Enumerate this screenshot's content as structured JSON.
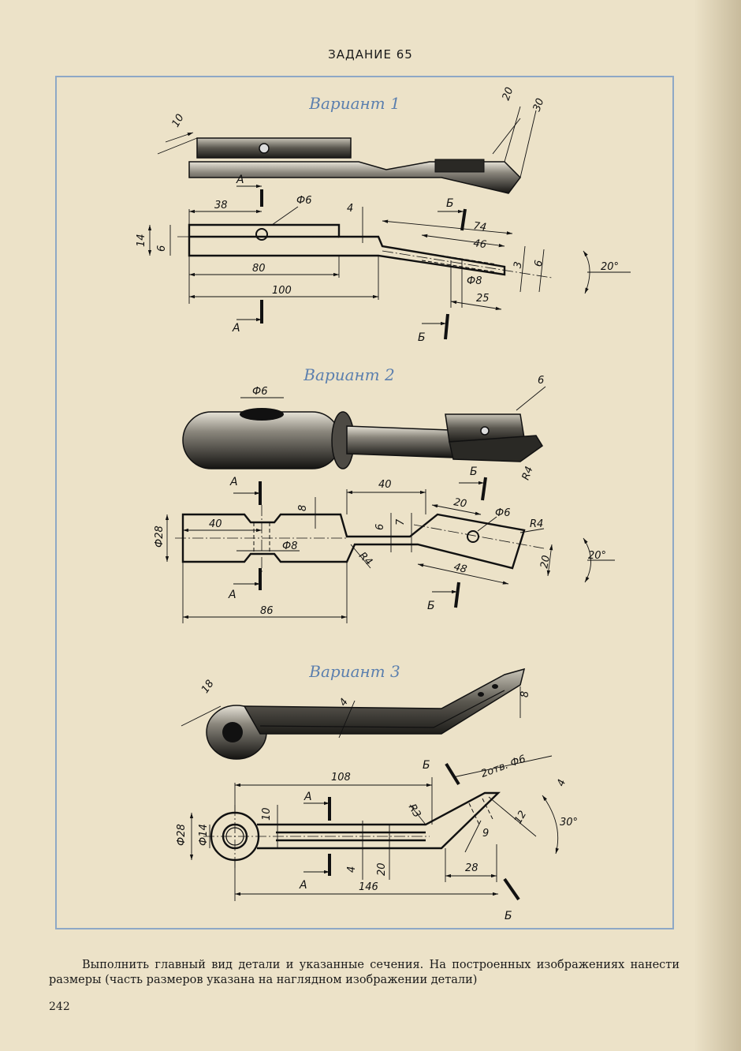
{
  "header": {
    "title": "ЗАДАНИЕ 65"
  },
  "variants": [
    {
      "label": "Вариант 1",
      "dims": {
        "d10": "10",
        "d20": "20",
        "d30": "30",
        "d38": "38",
        "phi6": "Ф6",
        "d4": "4",
        "d14": "14",
        "d6": "6",
        "d80": "80",
        "d100": "100",
        "d74": "74",
        "d46": "46",
        "d3": "3",
        "d6b": "6",
        "phi8": "Ф8",
        "d25": "25",
        "angle": "20°"
      },
      "sections": {
        "a": "А",
        "b": "Б"
      }
    },
    {
      "label": "Вариант 2",
      "dims": {
        "phi6": "Ф6",
        "d6": "6",
        "r4": "R4",
        "d40": "40",
        "d8": "8",
        "phi28": "Ф28",
        "d40b": "40",
        "phi8": "Ф8",
        "d6b": "6",
        "d7": "7",
        "r4b": "R4",
        "d20": "20",
        "phi6b": "Ф6",
        "r4c": "R4",
        "d48": "48",
        "d20b": "20",
        "angle": "20°",
        "d86": "86"
      },
      "sections": {
        "a": "А",
        "b": "Б"
      }
    },
    {
      "label": "Вариант 3",
      "dims": {
        "d18": "18",
        "d4": "4",
        "d8": "8",
        "d108": "108",
        "holes": "2отв. Ф6",
        "d4b": "4",
        "r3": "R3",
        "d10": "10",
        "d12": "12",
        "angle": "30°",
        "phi28": "Ф28",
        "phi14": "Ф14",
        "d9": "9",
        "d4c": "4",
        "d20": "20",
        "d28": "28",
        "d146": "146"
      },
      "sections": {
        "a": "А",
        "b": "Б"
      }
    }
  ],
  "caption": "Выполнить главный вид детали и указанные сечения. На построенных изображениях нанести размеры (часть размеров указана на наглядном изображении детали)",
  "page_number": "242"
}
